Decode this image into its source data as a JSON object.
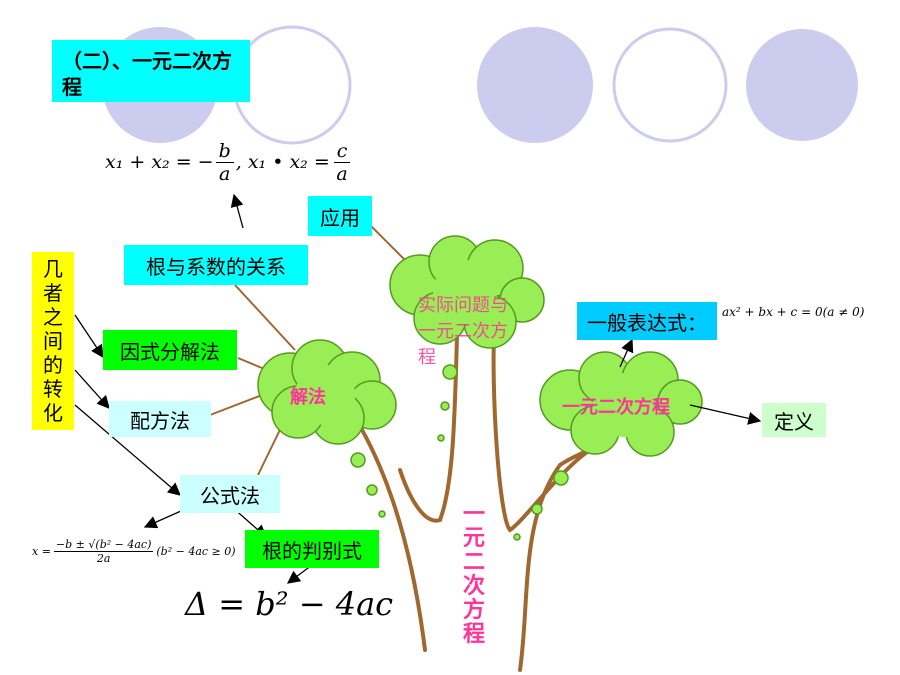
{
  "title": "（二）、一元二次方程",
  "vieta_formula": {
    "sum_lhs": "x₁ + x₂ = −",
    "sum_num": "b",
    "sum_den": "a",
    "prod_lhs": ", x₁ • x₂ =",
    "prod_num": "c",
    "prod_den": "a"
  },
  "nodes": {
    "application": "应用",
    "roots_coefficients": "根与系数的关系",
    "factorization": "因式分解法",
    "completing_square": "配方法",
    "formula_method": "公式法",
    "discriminant": "根的判别式",
    "general_form": "一般表达式：",
    "definition": "定义"
  },
  "side_label_chars": [
    "几",
    "者",
    "之",
    "间",
    "的",
    "转",
    "化"
  ],
  "clouds": {
    "solution": "解法",
    "real_problem": "实际问题与一元二次方程",
    "real_problem_lines": [
      "实际问题与",
      "一元二次方",
      "程"
    ],
    "quadratic": "一元二次方程"
  },
  "trunk_label_chars": [
    "一",
    "元",
    "二",
    "次",
    "方",
    "程"
  ],
  "general_form_formula": "ax² + bx + c = 0(a ≠ 0)",
  "quadratic_formula": {
    "lhs": "x =",
    "num": "−b ± √(b² − 4ac)",
    "den": "2a",
    "cond": "(b² − 4ac ≥ 0)"
  },
  "discriminant_formula": "Δ = b² − 4ac",
  "colors": {
    "circle_fill": "#ccccee",
    "circle_stroke": "#ccccee",
    "cloud_fill": "#99ee55",
    "branch": "#a0682f",
    "pink_text": "#ff3399"
  }
}
